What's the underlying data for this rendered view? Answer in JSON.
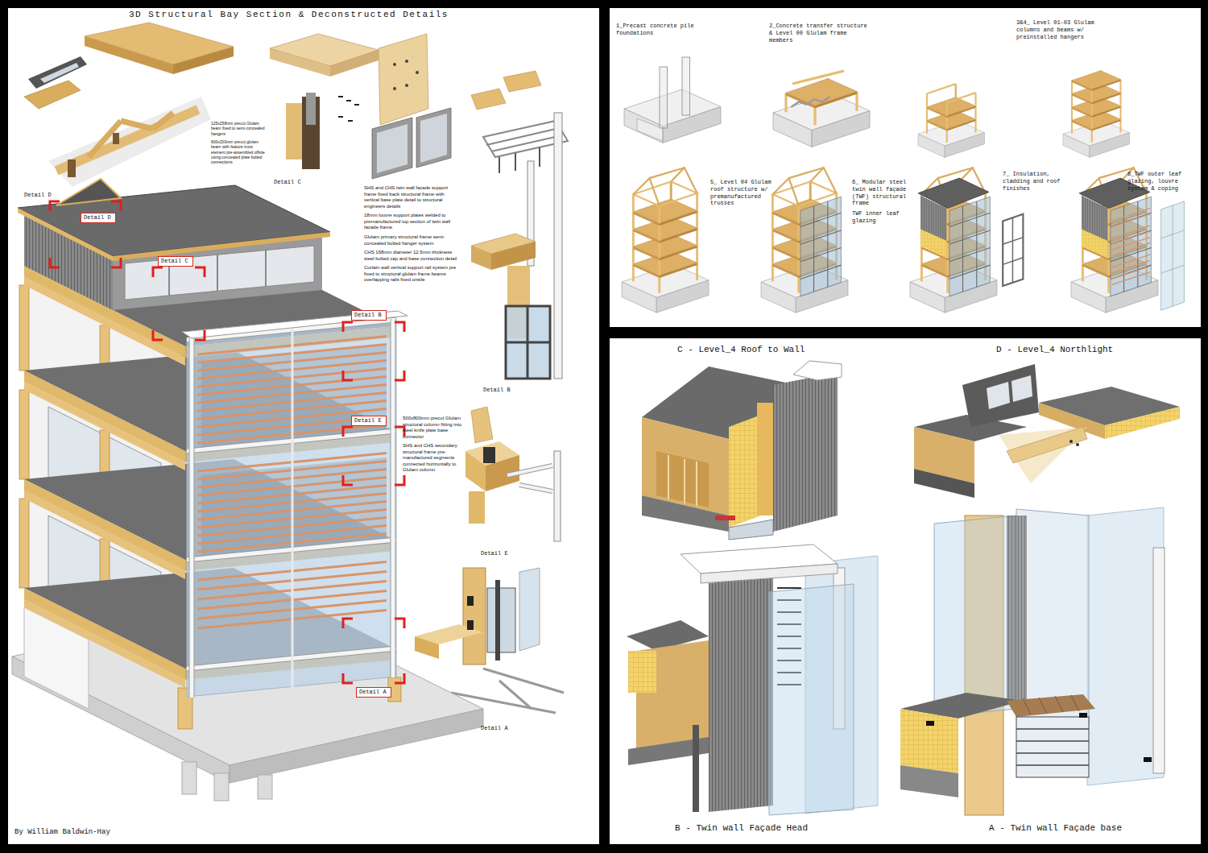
{
  "diagram": {
    "title": "3D Structural Bay Section & Deconstructed Details",
    "nodes": [
      {
        "text": [
          "Detail D"
        ]
      },
      {
        "text": [
          "Detail C"
        ]
      },
      {
        "text": [
          "Detail B"
        ]
      },
      {
        "text": [
          "Detail E"
        ]
      },
      {
        "text": [
          "Detail A"
        ]
      }
    ],
    "labels": [
      "Detail D",
      "125x258mm precut Glulam beam fixed to semi-concealed hangers",
      "600x200mm precut glulam beam with feature truss element pre-assembled offsite using concealed plate bolted connections",
      "Detail C",
      "SHS and CHS twin wall facade support frame fixed back structural frame with vertical base plate detail to structural engineers details",
      "18mm louvre support plates welded to premanufactured top section of twin wall facade frame",
      "Glulam primary structural frame semi-concealed bolted hanger system",
      "CHS 168mm diameter 12.5mm thickness steel bolted cap and base connection detail",
      "Curtain wall vertical support rail system pre fixed to structural glulam frame beams overlapping rails fixed onsite",
      "Detail B",
      "500x800mm precut Glulam structural column fitting into steel knife plate base connector",
      "SHS and CHS secondary structural frame pre-manufactured segments connected horizontally to Glulam column",
      "Detail E",
      "Detail A",
      "By William Baldwin-Hay",
      "1_Precast concrete pile foundations",
      "2_Concrete transfer structure & Level 00 Glulam frame members",
      "3&4_ Level 01-03 Glulam columns and beams w/ preinstalled hangers",
      "5_ Level 04 Glulam roof structure w/ premanufactured trusses",
      "6_ Modular steel twin wall façade (TWF) structural frame",
      "TWF inner leaf glazing",
      "7_ Insulation, cladding and roof finishes",
      "8_TWF outer leaf glazing, louvre system & coping",
      "C - Level_4 Roof to Wall",
      "D - Level_4 Northlight",
      "B - Twin wall Façade Head",
      "A - Twin wall Façade base"
    ]
  }
}
